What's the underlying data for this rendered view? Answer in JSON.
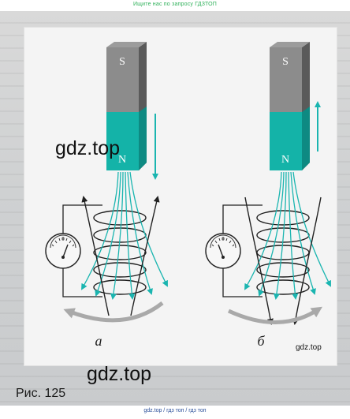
{
  "top_note": "Ищите нас по запросу ГДЗТОП",
  "bottom_note": "gdz.top / гдз топ / гдз топ",
  "figure": {
    "caption": "Рис. 125",
    "left": {
      "label": "а",
      "magnet_top_pole": "S",
      "magnet_bottom_pole": "N",
      "motion": "down"
    },
    "right": {
      "label": "б",
      "magnet_top_pole": "S",
      "magnet_bottom_pole": "N",
      "motion": "up"
    },
    "colors": {
      "magnet_grey": "#8c8c8c",
      "magnet_teal": "#14b3a8",
      "field_lines": "#1ab5b0",
      "coil": "#1d1d1d",
      "current_arrow": "#a9a9a9"
    }
  },
  "watermarks": {
    "large_1": "gdz.top",
    "small": "gdz.top",
    "large_2": "gdz.top"
  }
}
